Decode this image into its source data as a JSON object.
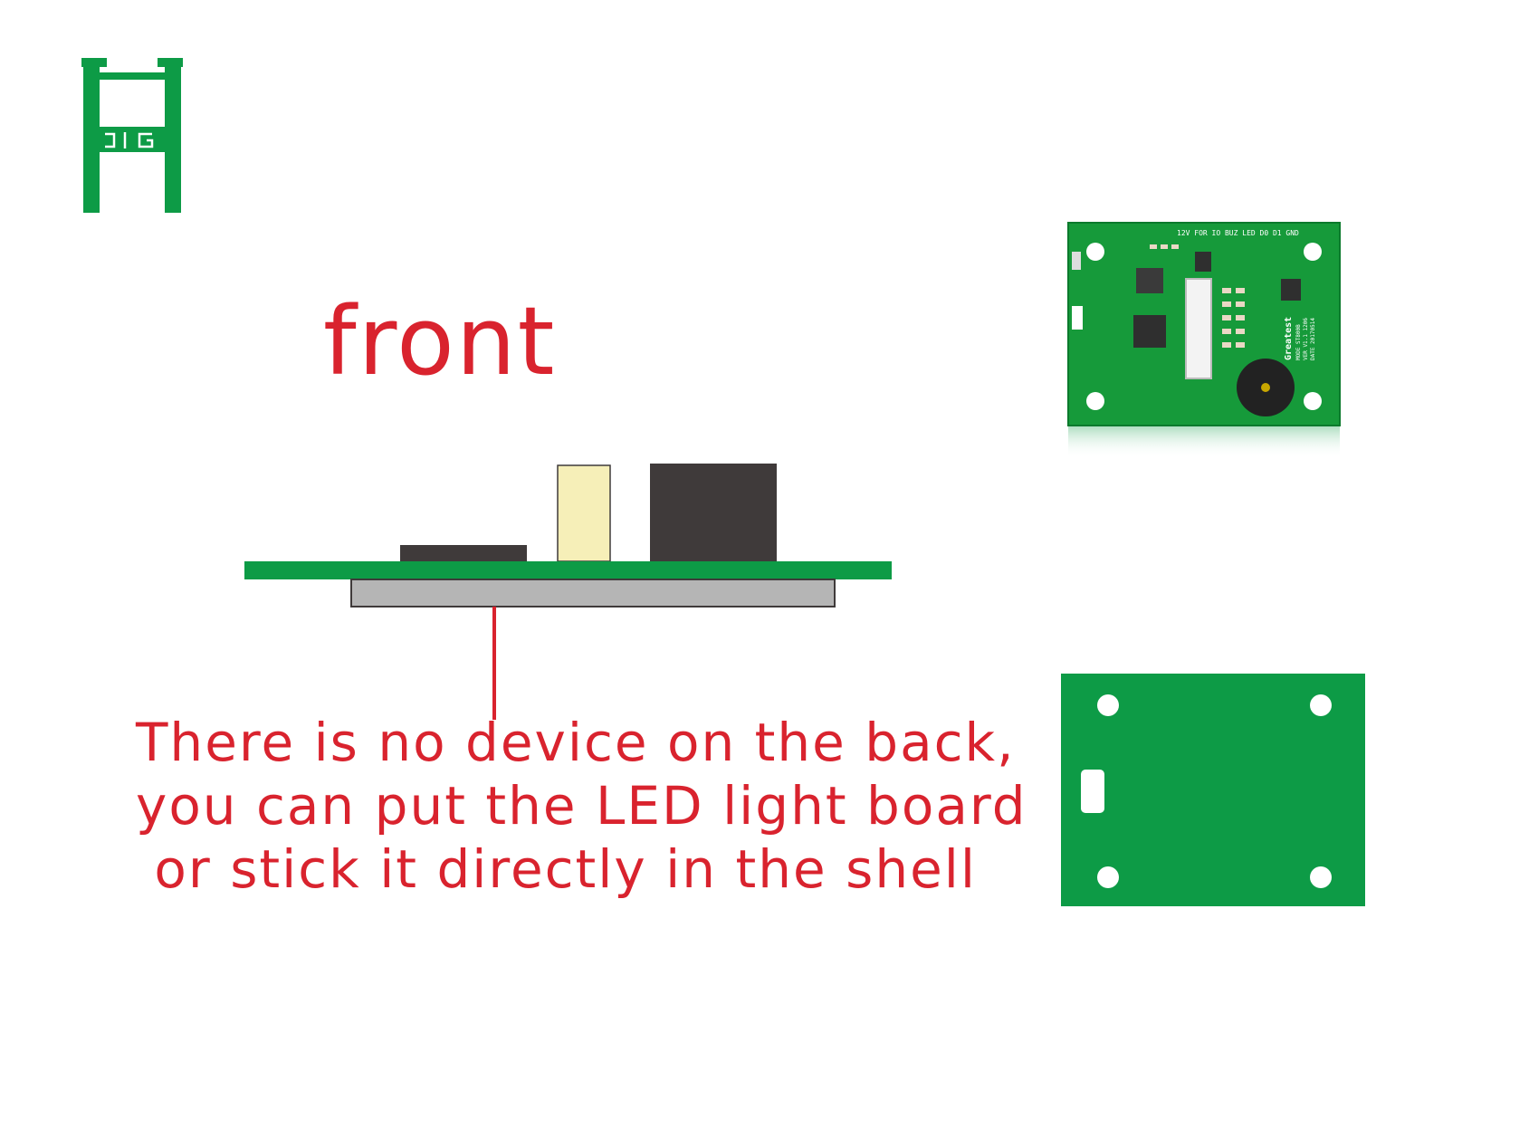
{
  "logo": {
    "letters": "HJG",
    "color": "#0d9b46"
  },
  "front_label": "front",
  "caption": {
    "lines": [
      "There is no device on the back,",
      "you can put the LED light board",
      " or stick it directly in the shell"
    ]
  },
  "pcb_photo": {
    "header_pins": "12V FOR IO BUZ LED D0 D1 GND",
    "chip_text_1": "Greatest",
    "chip_text_2": "MODE ST800B",
    "chip_text_3": "VER V1.1 1206",
    "chip_text_4": "DATE 20170514"
  },
  "colors": {
    "accent_red": "#d9232e",
    "pcb_green": "#0d9b46",
    "component_dark": "#3f3a3a",
    "component_cream": "#f6efb8",
    "backplate_grey": "#b5b5b5"
  }
}
